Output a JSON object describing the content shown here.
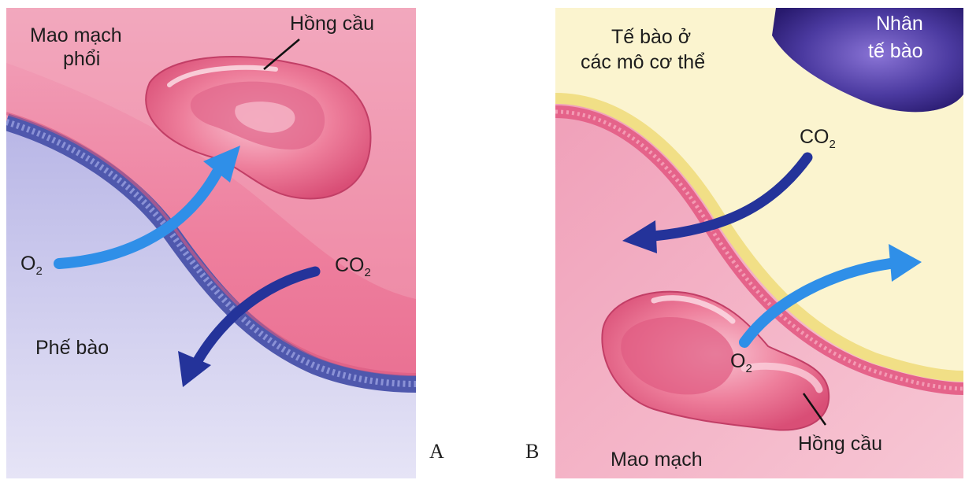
{
  "panel_a": {
    "letter": "A",
    "capillary_label_line1": "Mao mạch",
    "capillary_label_line2": "phổi",
    "rbc_label": "Hồng cầu",
    "o2_main": "O",
    "o2_sub": "2",
    "co2_main": "CO",
    "co2_sub": "2",
    "alveolus_label": "Phế bào"
  },
  "panel_b": {
    "letter": "B",
    "tissue_label_line1": "Tế bào ở",
    "tissue_label_line2": "các mô cơ thể",
    "nucleus_label_line1": "Nhân",
    "nucleus_label_line2": "tế bào",
    "co2_main": "CO",
    "co2_sub": "2",
    "o2_main": "O",
    "o2_sub": "2",
    "capillary_label": "Mao mạch",
    "rbc_label": "Hồng cầu"
  },
  "colors": {
    "capillary_pink": "#ef8aa6",
    "alveolus_lavender": "#c9c5ea",
    "membrane_blue": "#5a63b8",
    "tissue_cream": "#fbf4cf",
    "nucleus_purple": "#4b3aa0",
    "o2_arrow": "#2f8fe8",
    "co2_arrow": "#24339a"
  }
}
